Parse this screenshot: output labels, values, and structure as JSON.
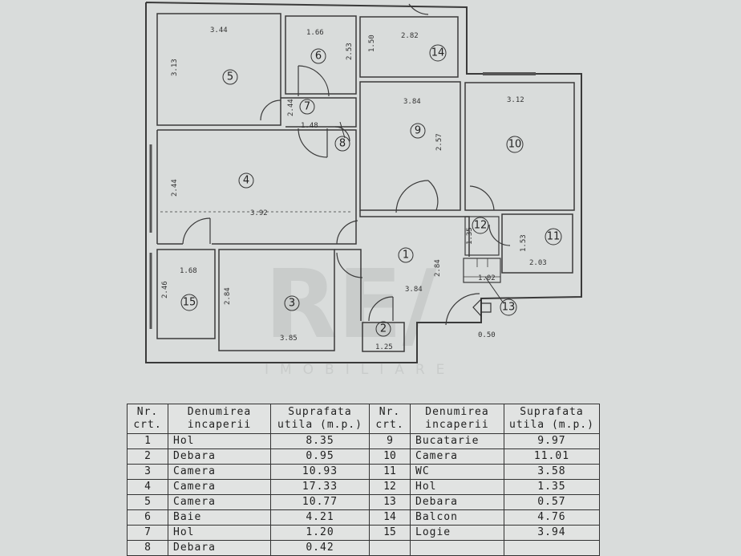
{
  "plan": {
    "room_numbers": [
      "1",
      "2",
      "3",
      "4",
      "5",
      "6",
      "7",
      "8",
      "9",
      "10",
      "11",
      "12",
      "13",
      "14",
      "15"
    ],
    "dimensions": {
      "d5_w": "3.44",
      "d5_h": "3.13",
      "d6_w": "1.66",
      "d6_h": "2.53",
      "d14_w": "2.82",
      "d14_h": "1.50",
      "d7_w": "1.48",
      "d7_h": "2.44",
      "d9_w": "3.84",
      "d9_h": "2.57",
      "d10_w": "3.12",
      "d4_w": "3.92",
      "d4_h": "2.44",
      "d1_w": "3.84",
      "d1_h": "2.84",
      "d11_w": "2.03",
      "d11_h": "1.53",
      "d13_w": "1.02",
      "d12_h": "1.35",
      "d15_w": "1.68",
      "d15_h": "2.46",
      "d3_w": "3.85",
      "d3_h": "2.84",
      "d2_w": "1.25",
      "d_bal": "0.50"
    },
    "watermark_main": "RE/",
    "watermark_sub": "IMOBILIARE"
  },
  "table": {
    "headers": {
      "nr": [
        "Nr.",
        "crt."
      ],
      "name": [
        "Denumirea",
        "incaperii"
      ],
      "area": [
        "Suprafata",
        "utila (m.p.)"
      ],
      "nr2": [
        "Nr.",
        "crt."
      ],
      "name2": [
        "Denumirea",
        "incaperii"
      ],
      "area2": [
        "Suprafata",
        "utila (m.p.)"
      ]
    },
    "rows": [
      {
        "nr": "1",
        "name": "Hol",
        "area": "8.35",
        "nr2": "9",
        "name2": "Bucatarie",
        "area2": "9.97"
      },
      {
        "nr": "2",
        "name": "Debara",
        "area": "0.95",
        "nr2": "10",
        "name2": "Camera",
        "area2": "11.01"
      },
      {
        "nr": "3",
        "name": "Camera",
        "area": "10.93",
        "nr2": "11",
        "name2": "WC",
        "area2": "3.58"
      },
      {
        "nr": "4",
        "name": "Camera",
        "area": "17.33",
        "nr2": "12",
        "name2": "Hol",
        "area2": "1.35"
      },
      {
        "nr": "5",
        "name": "Camera",
        "area": "10.77",
        "nr2": "13",
        "name2": "Debara",
        "area2": "0.57"
      },
      {
        "nr": "6",
        "name": "Baie",
        "area": "4.21",
        "nr2": "14",
        "name2": "Balcon",
        "area2": "4.76"
      },
      {
        "nr": "7",
        "name": "Hol",
        "area": "1.20",
        "nr2": "15",
        "name2": "Logie",
        "area2": "3.94"
      },
      {
        "nr": "8",
        "name": "Debara",
        "area": "0.42",
        "nr2": "",
        "name2": "",
        "area2": ""
      }
    ]
  }
}
